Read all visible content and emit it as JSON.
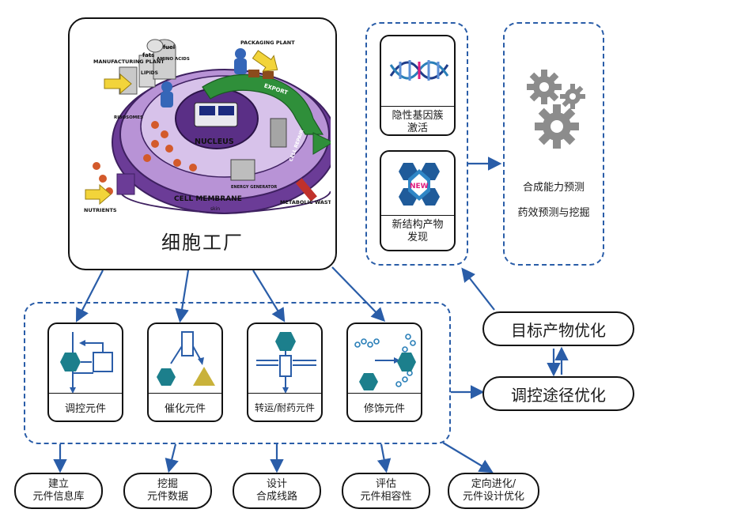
{
  "factory": {
    "title": "细胞工厂",
    "illustration_labels": {
      "manufacturing": "MANUFACTURING PLANT",
      "packaging": "PACKAGING PLANT",
      "fats": "fats",
      "fuel": "fuel",
      "amino": "AMINO ACIDS",
      "lipids": "LIPIDS",
      "ribosomes": "RIBOSOMES",
      "nucleus": "NUCLEUS",
      "export": "EXPORT",
      "cell_repair": "CELL REPAIR",
      "energy": "ENERGY GENERATOR",
      "membrane": "CELL MEMBRANE",
      "skin": "skin",
      "nutrients": "NUTRIENTS",
      "metabolic": "METABOLIC WASTE",
      "new": "NEW"
    }
  },
  "top_right": {
    "gene_cluster": "隐性基因簇\n激活",
    "new_structure": "新结构产物\n发现",
    "prediction": {
      "line1": "合成能力预测",
      "line2": "药效预测与挖掘"
    }
  },
  "elements": [
    {
      "label": "调控元件"
    },
    {
      "label": "催化元件"
    },
    {
      "label": "转运/耐药元件"
    },
    {
      "label": "修饰元件"
    }
  ],
  "optimization": {
    "target": "目标产物优化",
    "pathway": "调控途径优化"
  },
  "bottom": [
    {
      "label": "建立\n元件信息库"
    },
    {
      "label": "挖掘\n元件数据"
    },
    {
      "label": "设计\n合成线路"
    },
    {
      "label": "评估\n元件相容性"
    },
    {
      "label": "定向进化/\n元件设计优化"
    }
  ],
  "colors": {
    "accent_blue": "#2a5da8",
    "hex_teal": "#1c7f8c",
    "triangle_gold": "#c9b23a",
    "purple": "#8a56b8",
    "green": "#3fa845"
  }
}
